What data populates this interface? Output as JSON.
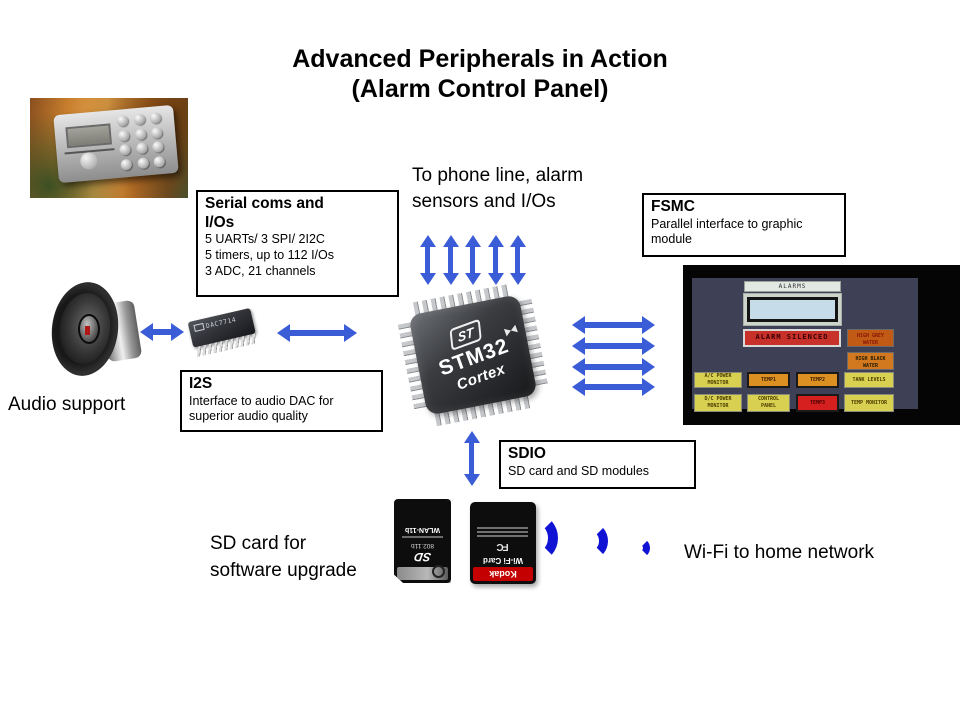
{
  "title": {
    "line1": "Advanced Peripherals in Action",
    "line2": "(Alarm Control Panel)"
  },
  "callouts": {
    "serial": {
      "title_line1": "Serial coms and",
      "title_line2": "I/Os",
      "line1": "5 UARTs/ 3 SPI/ 2I2C",
      "line2": "5 timers, up to 112 I/Os",
      "line3": "3 ADC, 21 channels"
    },
    "fsmc": {
      "title": "FSMC",
      "desc": "Parallel interface to graphic module"
    },
    "i2s": {
      "title": "I2S",
      "desc": "Interface to audio DAC for superior audio quality"
    },
    "sdio": {
      "title": "SDIO",
      "desc": "SD card and SD modules"
    }
  },
  "labels": {
    "phone": "To phone line, alarm sensors and I/Os",
    "audio": "Audio support",
    "sd_upgrade": "SD card for software upgrade",
    "wifi": "Wi-Fi to home network"
  },
  "chip": {
    "logo": "ST",
    "name": "STM32",
    "core": "Cortex"
  },
  "dac": {
    "label": "DAC7714"
  },
  "sd_cards": {
    "wlan": {
      "logo": "SD",
      "standard": "802.11b",
      "model": "WLAN-11b"
    },
    "kodak": {
      "brand": "Kodak",
      "label": "Wi-Fi Card",
      "mark": "FC"
    }
  },
  "lcd": {
    "header": "ALARMS",
    "status": "ALARM SILENCED",
    "indicators": [
      "HIGH GREY WATER",
      "HIGH BLACK WATER"
    ],
    "buttons_row1": [
      "A/C POWER MONITOR",
      "TEMP1",
      "TEMP2",
      "TANK LEVELS"
    ],
    "buttons_row2": [
      "D/C POWER MONITOR",
      "CONTROL PANEL",
      "TEMP3",
      "TEMP MONITOR"
    ]
  },
  "colors": {
    "arrow_blue": "#3a5cd6",
    "wifi_blue": "#1113d4",
    "lcd_status_red": "#c8302a",
    "lcd_indicator_orange": "#d2781e",
    "lcd_button_yellow": "#d8d050"
  }
}
